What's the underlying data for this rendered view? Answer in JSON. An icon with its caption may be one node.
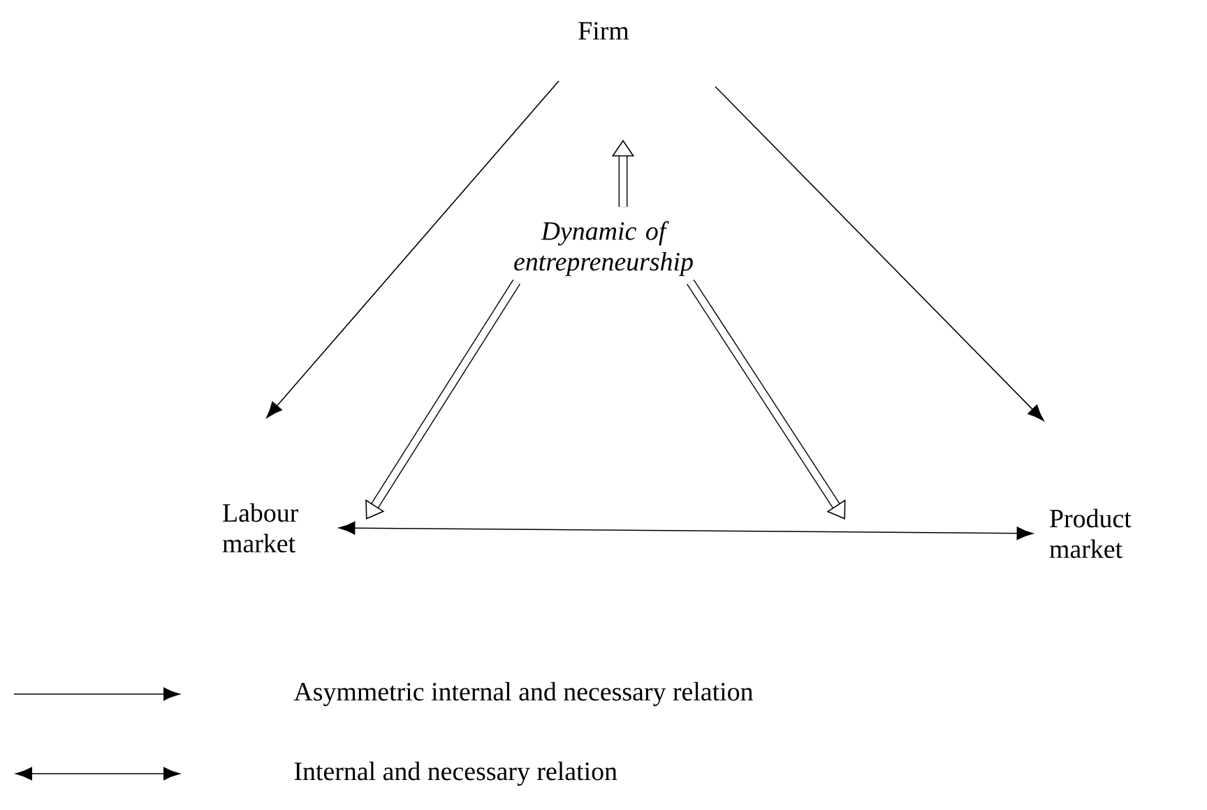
{
  "diagram": {
    "nodes": [
      {
        "text": [
          "Firm"
        ]
      },
      {
        "text": [
          "Labour market"
        ]
      },
      {
        "text": [
          "Product market"
        ]
      },
      {
        "text": [
          "Dynamic of entrepreneurship"
        ]
      }
    ],
    "edges": [
      {
        "from": 0,
        "to": 1,
        "arrow": "to"
      },
      {
        "from": 0,
        "to": 2,
        "arrow": "to"
      },
      {
        "from": 1,
        "to": 2,
        "arrow": "both"
      },
      {
        "from": 3,
        "to": null,
        "arrow": "to",
        "style": "thick"
      },
      {
        "from": 3,
        "to": null,
        "arrow": "to",
        "style": "thick"
      },
      {
        "from": 3,
        "to": null,
        "arrow": "to",
        "style": "thick"
      }
    ],
    "legend": [
      {
        "text": "Asymmetric internal and necessary relation"
      },
      {
        "text": "Internal and necessary relation"
      }
    ]
  }
}
